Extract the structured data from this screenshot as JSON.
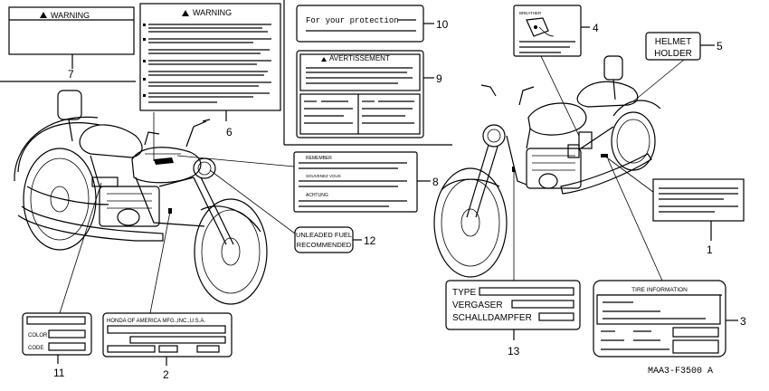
{
  "callouts": [
    "1",
    "2",
    "3",
    "4",
    "5",
    "6",
    "7",
    "8",
    "9",
    "10",
    "11",
    "12",
    "13"
  ],
  "labels": {
    "warning_7": "WARNING",
    "warning_6": "WARNING",
    "protection": "For your protection",
    "avertissement": "AVERTISSEMENT",
    "remember": "REMEMBER",
    "souvenez": "SOUVENEZ VOUS",
    "achtung": "ACHTUNG",
    "unleaded_1": "UNLEADED FUEL",
    "unleaded_2": "RECOMMENDED",
    "breather": "BREATHER",
    "helmet_1": "HELMET",
    "helmet_2": "HOLDER",
    "honda": "HONDA OF AMERICA MFG.,INC.,U.S.A.",
    "color": "COLOR",
    "code": "CODE",
    "type": "TYPE",
    "vergaser": "VERGASER",
    "schall": "SCHALLDAMPFER",
    "tire": "TIRE INFORMATION",
    "part_code": "MAA3-F3500 A"
  },
  "colors": {
    "ink": "#000000",
    "paper": "#ffffff"
  }
}
